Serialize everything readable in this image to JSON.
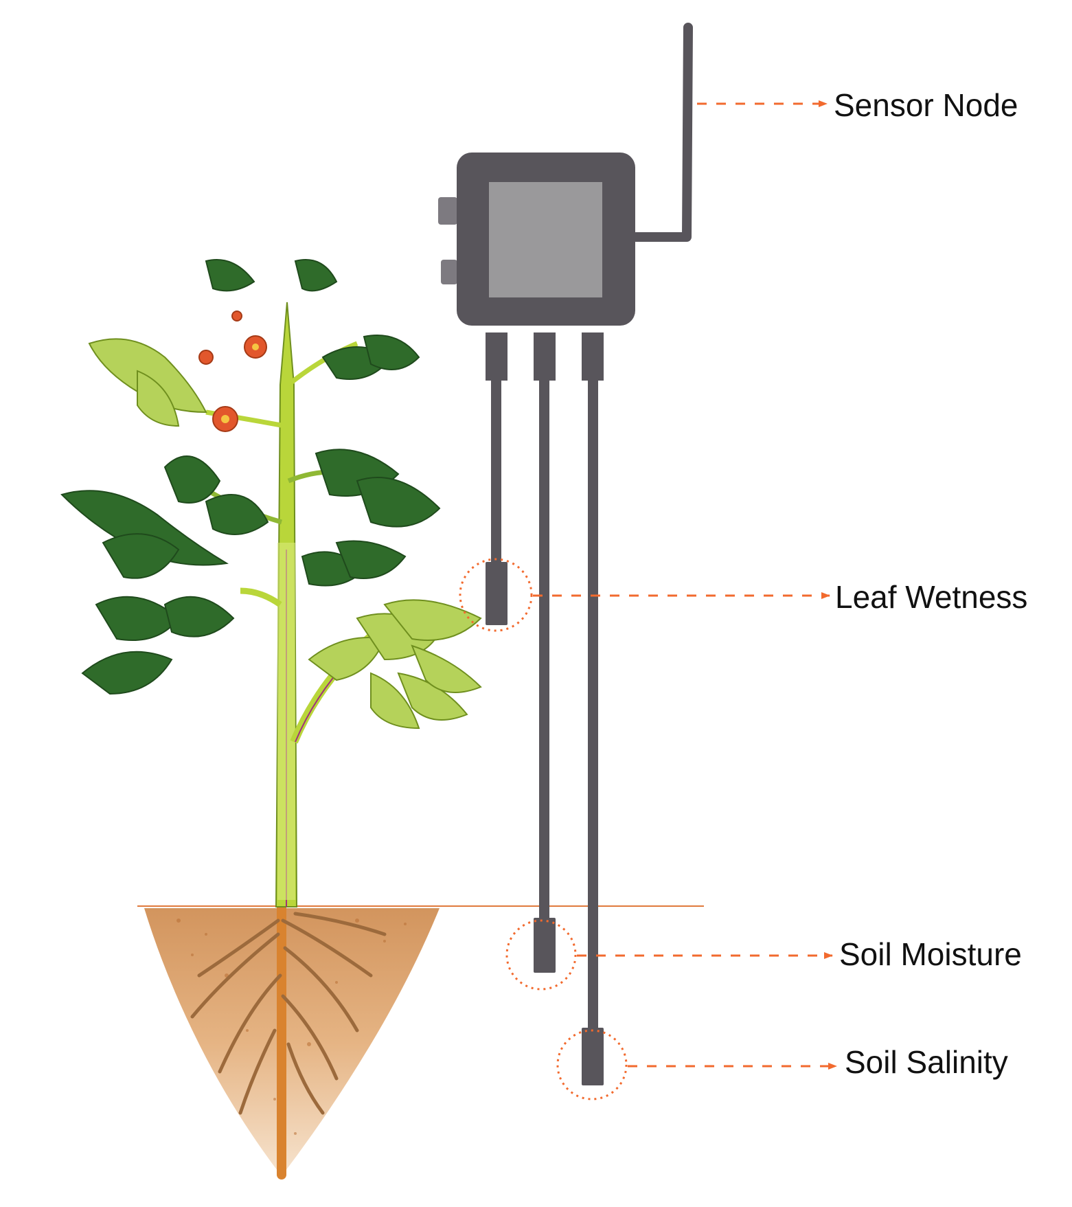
{
  "labels": {
    "sensor_node": "Sensor Node",
    "leaf_wetness": "Leaf Wetness",
    "soil_moisture": "Soil Moisture",
    "soil_salinity": "Soil Salinity"
  },
  "colors": {
    "device": "#58555b",
    "screen": "#9a999b",
    "callout": "#f26a2e",
    "ground_line": "#e07a3c",
    "soil_light": "#e7b98a",
    "soil_dark": "#c98c52",
    "stem": "#b9d63a",
    "stem_line": "#a0317a",
    "leaf_dark": "#2f6b2a",
    "leaf_light": "#b5d25a",
    "flower": "#e2572c",
    "root": "#d9832f"
  },
  "icons": [
    "plant-illustration",
    "sensor-node-icon",
    "antenna-icon"
  ]
}
